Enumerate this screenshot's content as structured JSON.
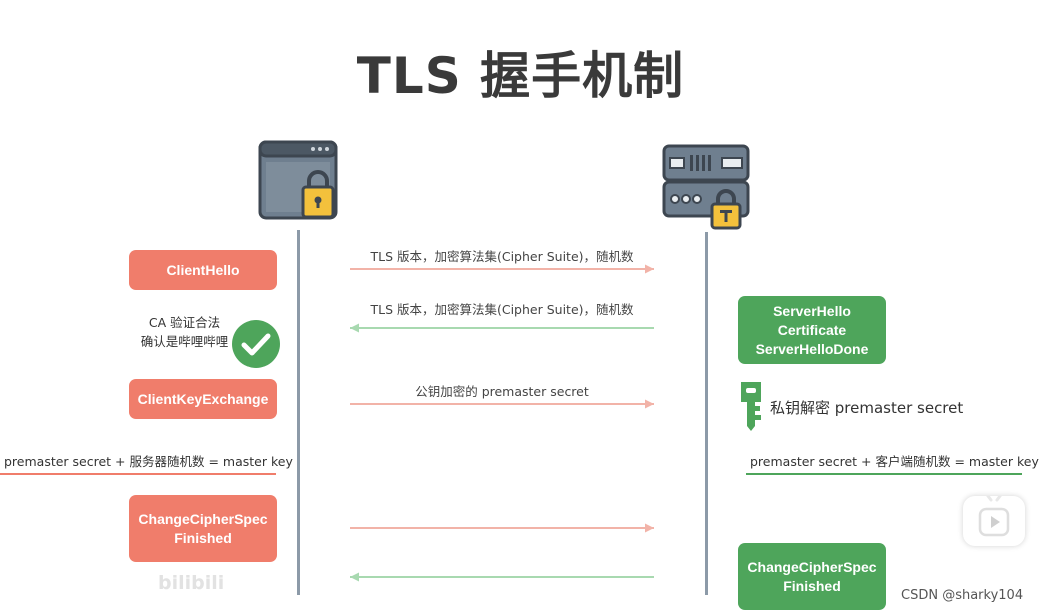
{
  "title": "TLS 握手机制",
  "client": {
    "icon": "browser-lock-icon"
  },
  "server": {
    "icon": "server-lock-icon"
  },
  "messages": [
    {
      "label": "TLS 版本，加密算法集(Cipher Suite)，随机数",
      "direction": "client-to-server",
      "color": "#f2b3a8"
    },
    {
      "label": "TLS 版本，加密算法集(Cipher Suite)，随机数",
      "direction": "server-to-client",
      "color": "#a8d9b0"
    },
    {
      "label": "公钥加密的 premaster secret",
      "direction": "client-to-server",
      "color": "#f2b3a8"
    },
    {
      "label": "",
      "direction": "client-to-server",
      "color": "#f2b3a8"
    },
    {
      "label": "",
      "direction": "server-to-client",
      "color": "#a8d9b0"
    }
  ],
  "client_steps": {
    "client_hello": "ClientHello",
    "ca_note": "CA 验证合法\n确认是哔哩哔哩",
    "client_key_exchange": "ClientKeyExchange",
    "change_cipher": "ChangeCipherSpec\nFinished"
  },
  "server_steps": {
    "server_hello": "ServerHello\nCertificate\nServerHelloDone",
    "decrypt_note": "私钥解密 premaster secret",
    "change_cipher": "ChangeCipherSpec\nFinished"
  },
  "formulas": {
    "client": "premaster secret + 服务器随机数 = master key",
    "server": "premaster secret + 客户端随机数 = master key"
  },
  "colors": {
    "client_accent": "#f07d6b",
    "server_accent": "#4ea55b"
  },
  "watermark": "bilibili",
  "credit": "CSDN @sharky104"
}
